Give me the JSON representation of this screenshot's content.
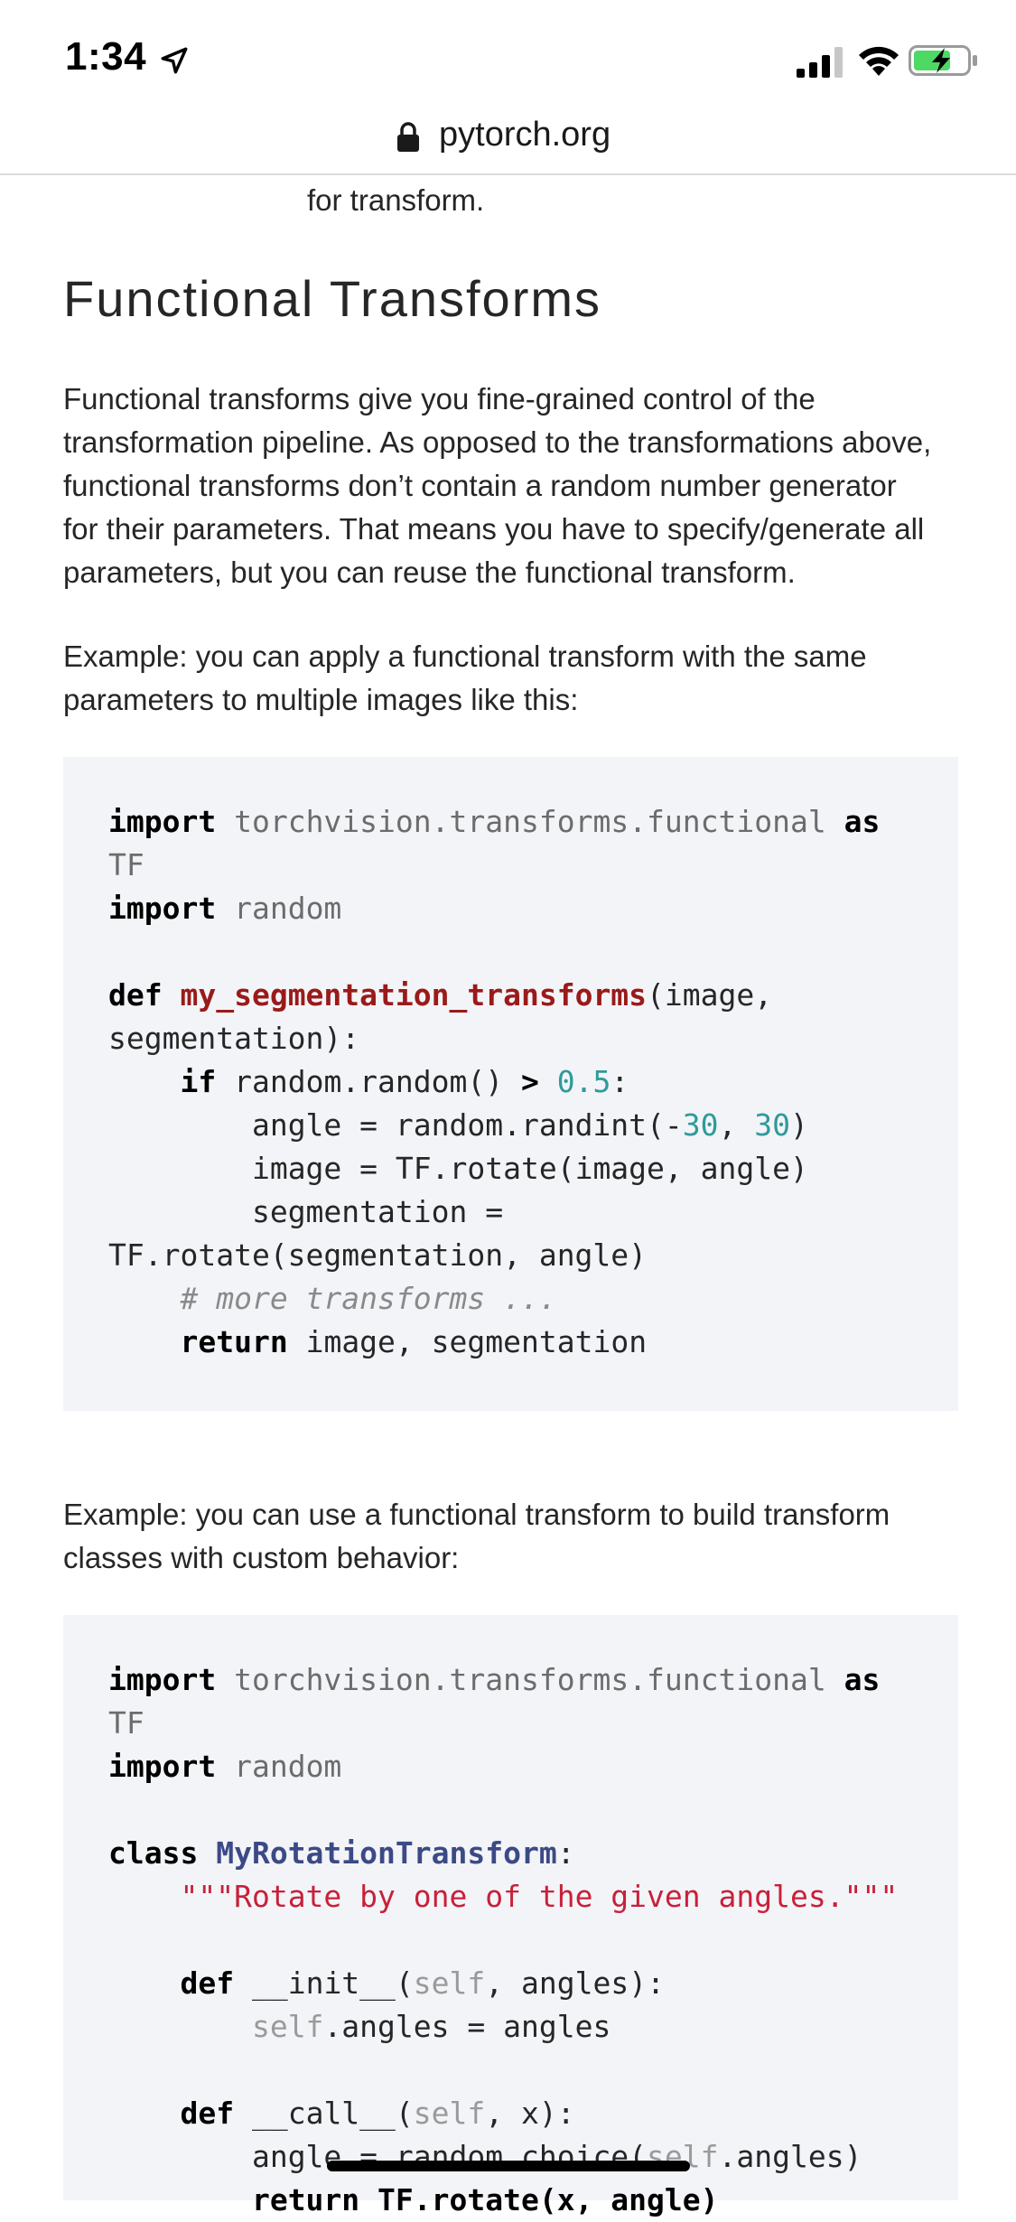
{
  "status_bar": {
    "time": "1:34",
    "location_icon": "location-arrow-icon",
    "signal_icon": "cellular-signal-icon",
    "wifi_icon": "wifi-icon",
    "battery_icon": "battery-charging-icon",
    "battery_color": "#4cd964"
  },
  "browser": {
    "url": "pytorch.org",
    "lock_icon": "lock-icon"
  },
  "page": {
    "top_fragment": "for transform.",
    "section_title": "Functional Transforms",
    "intro_lines": [
      "Functional transforms give you fine-grained control of the",
      "transformation pipeline. As opposed to the transformations above,",
      "functional transforms don’t contain a random number generator",
      "for their parameters. That means you have to specify/generate all",
      "parameters, but you can reuse the functional transform."
    ],
    "example1_lines": [
      "Example: you can apply a functional transform with the same",
      "parameters to multiple images like this:"
    ],
    "example2_lines": [
      "Example: you can use a functional transform to build transform",
      "classes with custom behavior:"
    ]
  },
  "code1": {
    "kw_import": "import",
    "mod_tf": "torchvision.transforms.functional",
    "kw_as": "as",
    "alias_tf": "TF",
    "mod_random": "random",
    "kw_def": "def",
    "fn_name": "my_segmentation_transforms",
    "params_a": "(image,",
    "params_b": "segmentation):",
    "kw_if": "if",
    "cond": "random.random() ",
    "op_gt": ">",
    "num_half": "0.5",
    "colon": ":",
    "angle_assign": "angle = random.randint(-",
    "num_30a": "30",
    "comma": ", ",
    "num_30b": "30",
    "close_paren": ")",
    "image_rotate": "image = TF.rotate(image, angle)",
    "seg_assign": "segmentation =",
    "seg_rotate": "TF.rotate(segmentation, angle)",
    "comment": "# more transforms ...",
    "kw_return": "return",
    "return_vals": "image, segmentation"
  },
  "code2": {
    "kw_class": "class",
    "class_name": "MyRotationTransform",
    "docstring": "\"\"\"Rotate by one of the given angles.\"\"\"",
    "init_name": "__init__(",
    "self_word": "self",
    "init_params": ", angles):",
    "self_angles_assign": ".angles = angles",
    "call_name": "__call__(",
    "call_params": ", x):",
    "angle_choice": "angle = random.choice(",
    "choice_tail": ".angles)",
    "return_partial": "return TF.rotate(x, angle)"
  }
}
